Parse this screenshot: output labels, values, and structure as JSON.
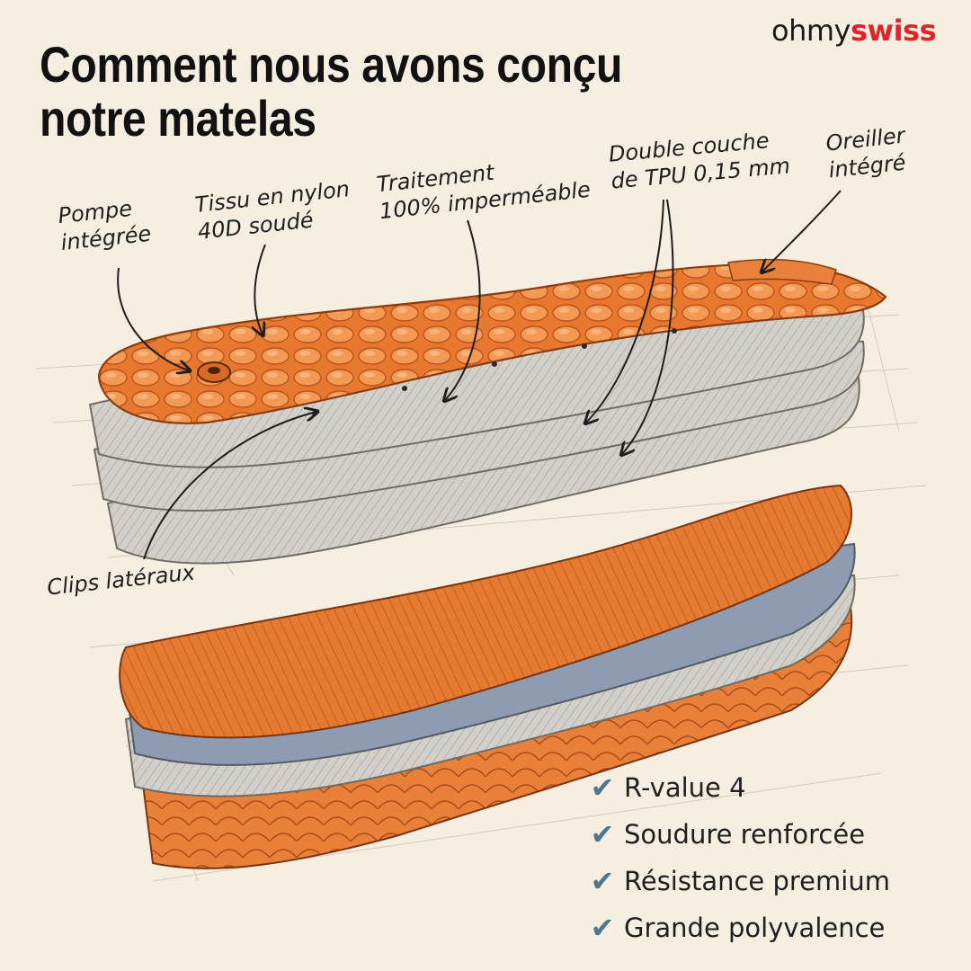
{
  "brand": {
    "part1": "ohmy",
    "part2": "swiss",
    "colors": {
      "dark": "#1a1a1a",
      "accent": "#e0242a"
    }
  },
  "title": {
    "line1": "Comment nous avons conçu",
    "line2": "notre matelas"
  },
  "annotations": {
    "pump": {
      "line1": "Pompe",
      "line2": "intégrée"
    },
    "fabric": {
      "line1": "Tissu en nylon",
      "line2": "40D soudé"
    },
    "treatment": {
      "line1": "Traitement",
      "line2": "100% imperméable"
    },
    "tpu": {
      "line1": "Double couche",
      "line2": "de TPU 0,15 mm"
    },
    "pillow": {
      "line1": "Oreiller",
      "line2": "intégré"
    },
    "clips": "Clips latéraux"
  },
  "features": [
    {
      "icon": "check-icon",
      "label": "R-value 4"
    },
    {
      "icon": "check-icon",
      "label": "Soudure renforcée"
    },
    {
      "icon": "check-icon",
      "label": "Résistance premium"
    },
    {
      "icon": "check-icon",
      "label": "Grande polyvalence"
    }
  ],
  "colors": {
    "background": "#f6efe1",
    "orange": "#e8782f",
    "grey_layer": "#c9c6c0",
    "blue_layer": "#8e9bb0",
    "check": "#4d7690"
  }
}
